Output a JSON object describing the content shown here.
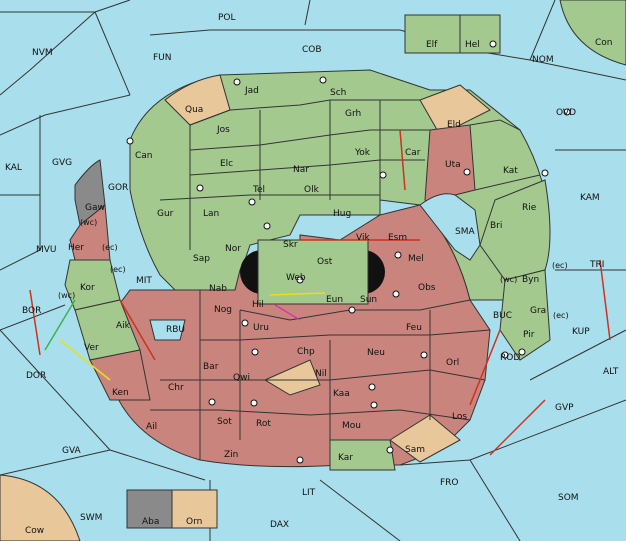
{
  "colors": {
    "sea": "#a9dfec",
    "green_power": "#a3c98f",
    "red_power": "#c9857d",
    "neutral": "#e8c89a",
    "grey_power": "#8a8a8a",
    "order_red": "#d0301f",
    "order_green": "#39b54a",
    "order_yellow": "#e8e01a",
    "order_magenta": "#d23aa8"
  },
  "sea_labels": [
    "POL",
    "COB",
    "FUN",
    "NVM",
    "NOM",
    "OVD",
    "KAL",
    "GVG",
    "GOR",
    "MVU",
    "MIT",
    "RBU",
    "BOR",
    "DOR",
    "GVA",
    "SWM",
    "LIT",
    "DAX",
    "FRO",
    "SOM",
    "GVP",
    "ALT",
    "KUP",
    "TRI",
    "BUC",
    "ROD",
    "KAM",
    "SMA",
    "Con",
    "Cow"
  ],
  "land_labels": [
    "Jad",
    "Sch",
    "Qua",
    "Grh",
    "Eld",
    "Jos",
    "Can",
    "Car",
    "Uta",
    "Elc",
    "Nar",
    "Yok",
    "Kat",
    "Tel",
    "Olk",
    "Gur",
    "Lan",
    "Hug",
    "Bri",
    "Rie",
    "Gaw",
    "Her",
    "Nor",
    "Skr",
    "Vik",
    "Esm",
    "Mel",
    "Sap",
    "Ost",
    "Web",
    "Byn",
    "Kor",
    "Nab",
    "Eun",
    "Hil",
    "Sun",
    "Obs",
    "Pir",
    "Gra",
    "Aik",
    "Nog",
    "Uru",
    "Feu",
    "Ver",
    "Chp",
    "Neu",
    "Orl",
    "Bar",
    "Qwi",
    "Nil",
    "Ken",
    "Chr",
    "Kaa",
    "Los",
    "Sot",
    "Rot",
    "Mou",
    "Ail",
    "Zin",
    "Kar",
    "Sam",
    "Elf",
    "Hel",
    "Aba",
    "Orn"
  ],
  "coast_labels": [
    "(wc)",
    "(ec)",
    "(ec)",
    "(wc)",
    "(wc)",
    "(ec)",
    "(ec)"
  ]
}
